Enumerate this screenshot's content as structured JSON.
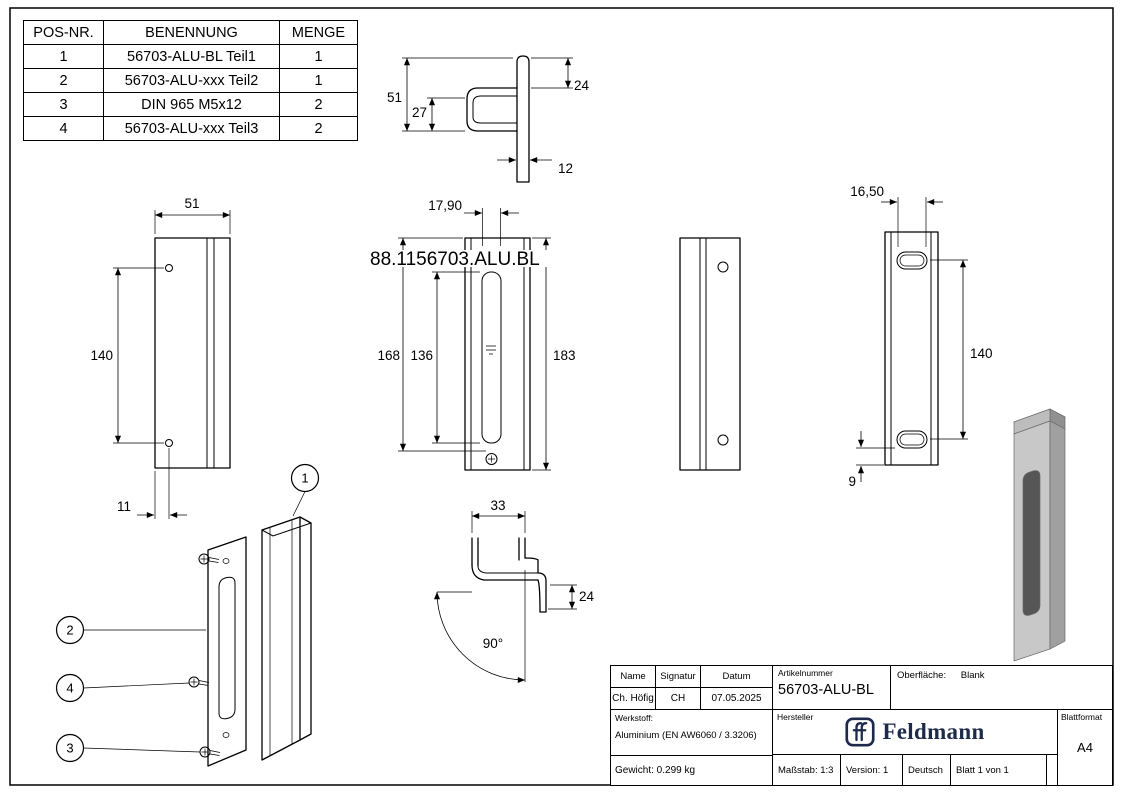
{
  "bom": {
    "headers": {
      "pos": "POS-NR.",
      "name": "BENENNUNG",
      "qty": "MENGE"
    },
    "rows": [
      {
        "pos": "1",
        "name": "56703-ALU-BL Teil1",
        "qty": "1"
      },
      {
        "pos": "2",
        "name": "56703-ALU-xxx Teil2",
        "qty": "1"
      },
      {
        "pos": "3",
        "name": "DIN 965 M5x12",
        "qty": "2"
      },
      {
        "pos": "4",
        "name": "56703-ALU-xxx Teil3",
        "qty": "2"
      }
    ]
  },
  "marking_text": "88.1156703.ALU.BL",
  "dims": {
    "top_51": "51",
    "top_27": "27",
    "top_24": "24",
    "top_12": "12",
    "front_51": "51",
    "front_140": "140",
    "front_11": "11",
    "mark_1790": "17,90",
    "mark_168": "168",
    "mark_136": "136",
    "mark_183": "183",
    "back_1650": "16,50",
    "back_140": "140",
    "back_9": "9",
    "bottom_33": "33",
    "bottom_24": "24",
    "bottom_90": "90°"
  },
  "balloons": {
    "b1": "1",
    "b2": "2",
    "b3": "3",
    "b4": "4"
  },
  "titleblock": {
    "name_label": "Name",
    "signatur_label": "Signatur",
    "datum_label": "Datum",
    "name": "Ch. Höfig",
    "signatur": "CH",
    "datum": "07.05.2025",
    "artikelnummer_label": "Artikelnummer",
    "artikelnummer": "56703-ALU-BL",
    "oberflaeche_label": "Oberfläche:",
    "oberflaeche": "Blank",
    "werkstoff_label": "Werkstoff:",
    "werkstoff": "Aluminium (EN AW6060 / 3.3206)",
    "hersteller_label": "Hersteller",
    "hersteller": "Feldmann",
    "blattformat_label": "Blattformat",
    "blattformat": "A4",
    "gewicht": "Gewicht: 0.299 kg",
    "massstab": "Maßstab: 1:3",
    "version": "Version: 1",
    "sprache": "Deutsch",
    "blatt": "Blatt 1 von 1"
  },
  "colors": {
    "line": "#000000",
    "logo_navy": "#1c2b4a",
    "shade_light": "#c8c8c8",
    "shade_mid": "#a0a0a0",
    "shade_dark": "#565656"
  }
}
